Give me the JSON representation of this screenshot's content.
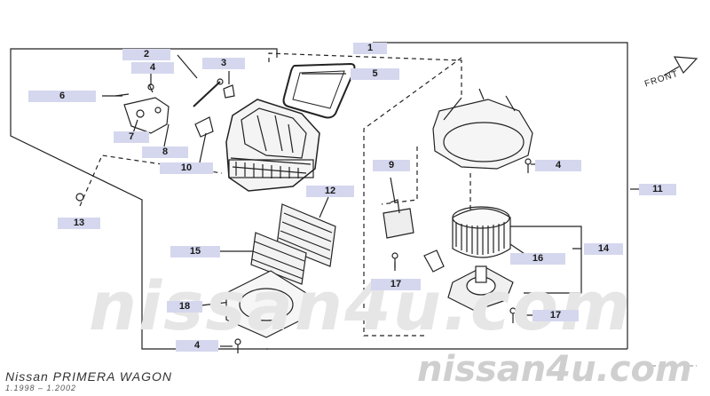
{
  "header": {
    "title": "Nissan PRIMERA WAGON",
    "years": "1.1998 – 1.2002"
  },
  "watermark": {
    "center": "nissan4u.com",
    "corner": "nissan4u.com"
  },
  "front_label": "FRONT",
  "parts": {
    "p1": "1",
    "p2": "2",
    "p3": "3",
    "p4a": "4",
    "p4b": "4",
    "p4c": "4",
    "p5": "5",
    "p6": "6",
    "p7": "7",
    "p8": "8",
    "p9": "9",
    "p10": "10",
    "p11": "11",
    "p12": "12",
    "p13": "13",
    "p14": "14",
    "p15": "15",
    "p16": "16",
    "p17a": "17",
    "p17b": "17",
    "p18": "18"
  },
  "colors": {
    "label_bg": "#d5d7ee",
    "line": "#222222"
  }
}
